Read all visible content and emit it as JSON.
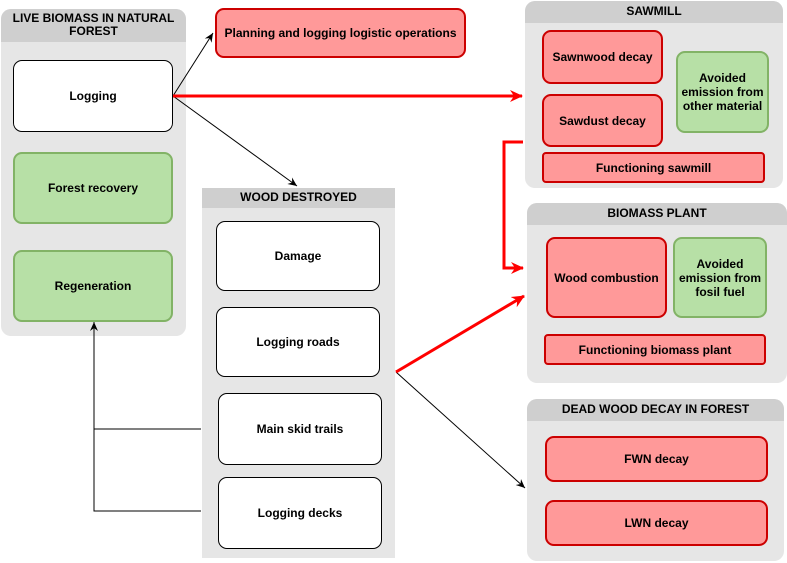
{
  "live_biomass": {
    "title": "LIVE BIOMASS IN NATURAL FOREST",
    "logging": "Logging",
    "forest_recovery": "Forest recovery",
    "regeneration": "Regeneration"
  },
  "planning": {
    "label": "Planning and logging logistic operations"
  },
  "sawmill": {
    "title": "SAWMILL",
    "sawnwood_decay": "Sawnwood decay",
    "sawdust_decay": "Sawdust decay",
    "avoided_emission": "Avoided emission from other material",
    "functioning": "Functioning sawmill"
  },
  "wood_destroyed": {
    "title": "WOOD DESTROYED",
    "damage": "Damage",
    "logging_roads": "Logging roads",
    "main_skid_trails": "Main skid trails",
    "logging_decks": "Logging decks"
  },
  "biomass_plant": {
    "title": "BIOMASS PLANT",
    "wood_combustion": "Wood combustion",
    "avoided_emission": "Avoided emission from fosil fuel",
    "functioning": "Functioning biomass plant"
  },
  "dead_wood": {
    "title": "DEAD WOOD DECAY IN FOREST",
    "fwn_decay": "FWN decay",
    "lwn_decay": "LWN decay"
  },
  "colors": {
    "group_background": "#e6e6e6",
    "group_header": "#cfcfcf",
    "green_fill": "#b7e0a6",
    "green_stroke": "#82b366",
    "red_fill": "#ff9999",
    "red_stroke": "#cc0000",
    "red_arrow": "#ff0000"
  }
}
